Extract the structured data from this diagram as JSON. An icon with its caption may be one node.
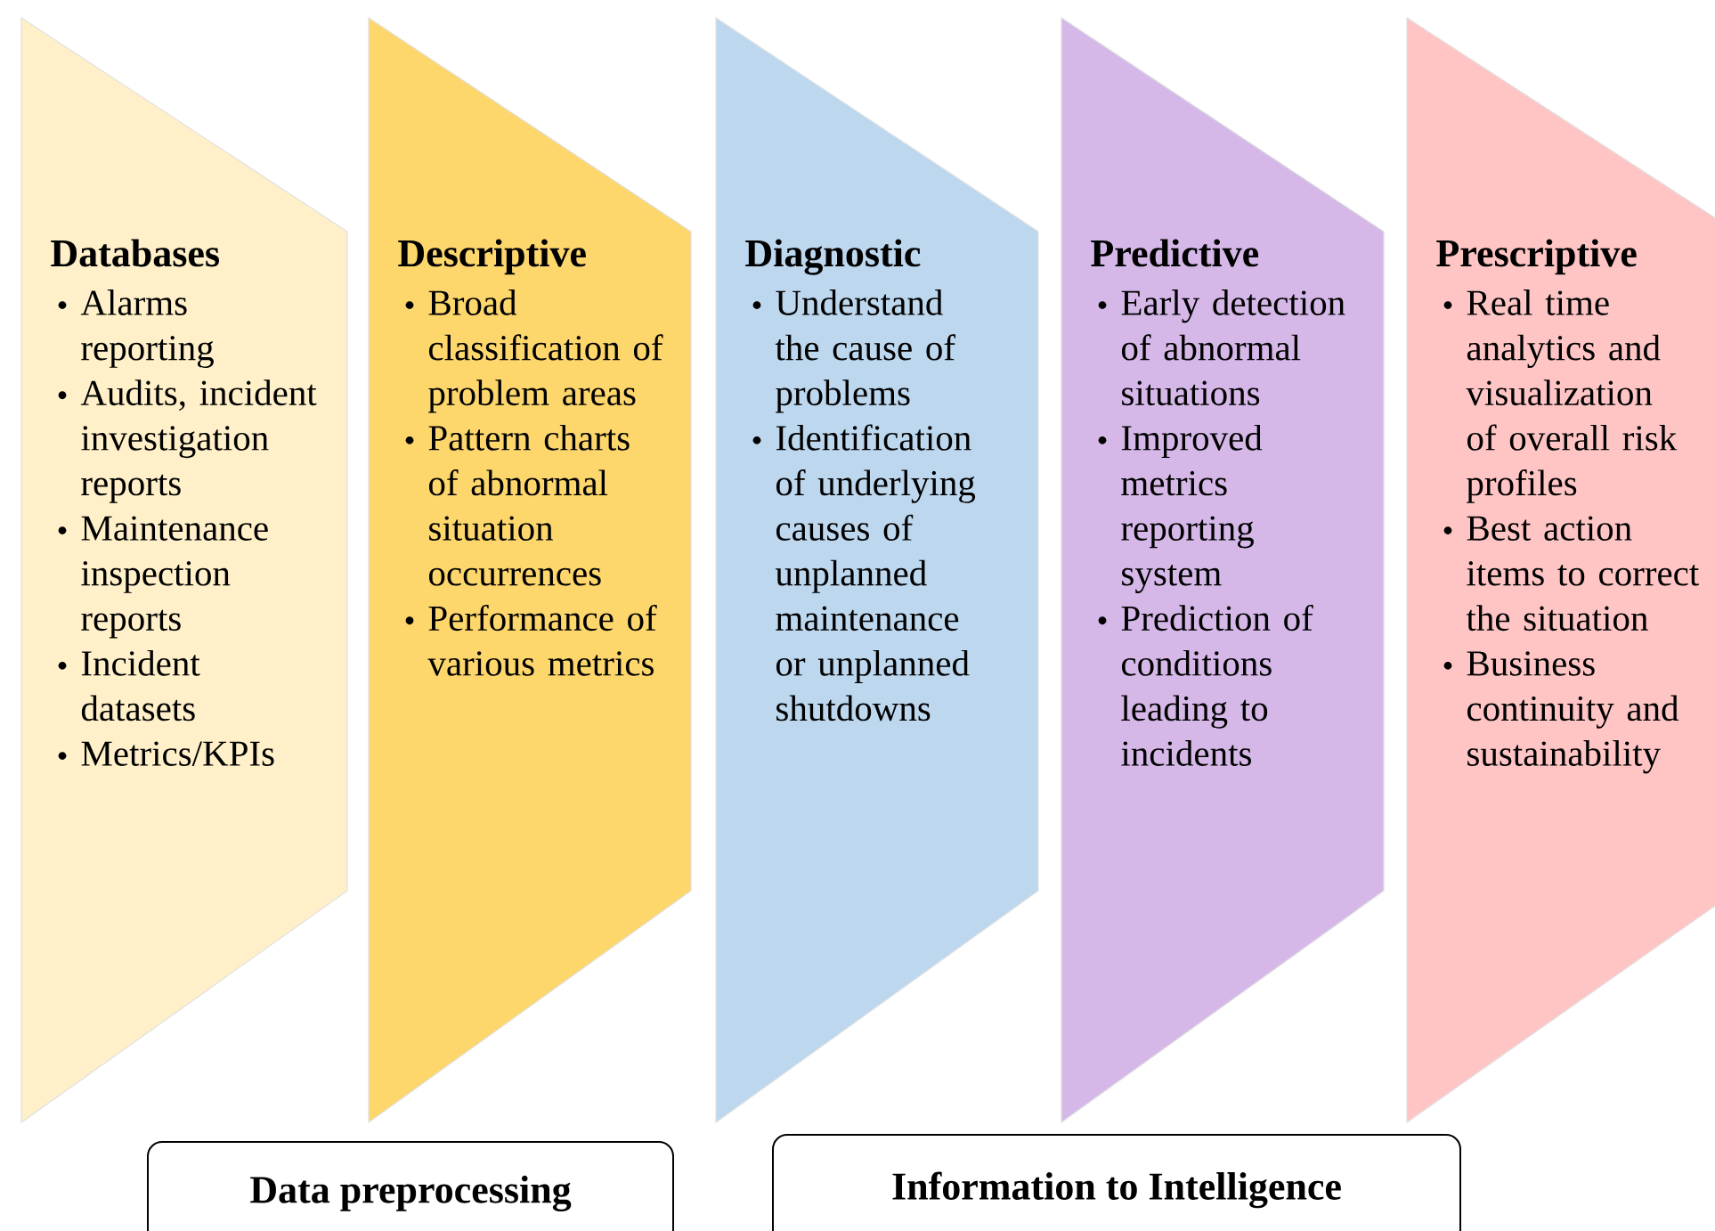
{
  "diagram": {
    "nodes": [
      {
        "text": [
          "Databases",
          "Alarms reporting",
          "Audits, incident investigation reports",
          "Maintenance inspection reports",
          "Incident datasets",
          "Metrics/KPIs"
        ]
      },
      {
        "text": [
          "Descriptive",
          "Broad classification of problem areas",
          "Pattern charts of abnormal situation occurrences",
          "Performance of various metrics"
        ]
      },
      {
        "text": [
          "Diagnostic",
          "Understand the cause of problems",
          "Identification of underlying causes of unplanned maintenance or unplanned shutdowns"
        ]
      },
      {
        "text": [
          "Predictive",
          "Early detection of abnormal situations",
          "Improved metrics reporting system",
          "Prediction of conditions leading to incidents"
        ]
      },
      {
        "text": [
          "Prescriptive",
          "Real time analytics and visualization of overall risk profiles",
          "Best action items to correct the situation",
          "Business continuity and sustainability"
        ]
      },
      {
        "text": [
          "Data preprocessing"
        ]
      },
      {
        "text": [
          "Information to Intelligence"
        ]
      }
    ],
    "edges": []
  }
}
